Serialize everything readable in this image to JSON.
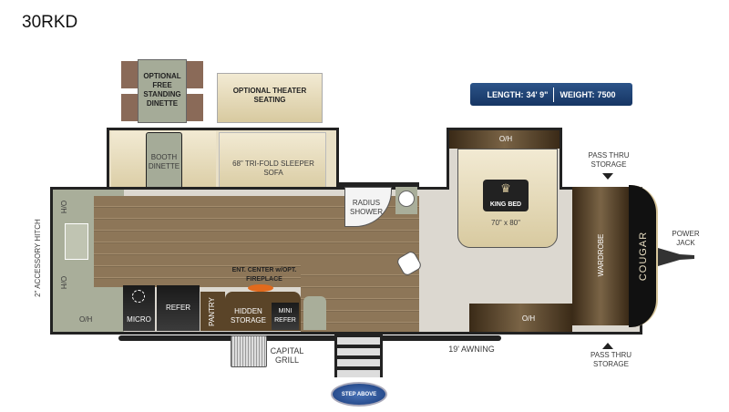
{
  "title": "30RKD",
  "specs": {
    "length_label": "LENGTH:",
    "length": "34' 9\"",
    "weight_label": "WEIGHT:",
    "weight": "7500"
  },
  "labels": {
    "optional_dinette": "OPTIONAL FREE STANDING DINETTE",
    "theater": "OPTIONAL THEATER SEATING",
    "booth": "BOOTH DINETTE",
    "sofa": "68\" TRI-FOLD SLEEPER SOFA",
    "shower": "RADIUS SHOWER",
    "king_bed": "KING BED",
    "bed_size": "70\" x 80\"",
    "oh": "O/H",
    "pass_thru_top": "PASS THRU STORAGE",
    "pass_thru_bottom": "PASS THRU STORAGE",
    "wardrobe": "WARDROBE",
    "power_jack": "POWER JACK",
    "cougar": "COUGAR",
    "hitch": "2\" ACCESSORY HITCH",
    "ent_center": "ENT. CENTER w/OPT. FIREPLACE",
    "micro": "MICRO",
    "refer": "REFER",
    "pantry": "PANTRY",
    "hidden_storage": "HIDDEN STORAGE",
    "mini_refer": "MINI REFER",
    "capital_grill": "CAPITAL GRILL",
    "awning": "19' AWNING",
    "step_above": "STEP ABOVE"
  }
}
